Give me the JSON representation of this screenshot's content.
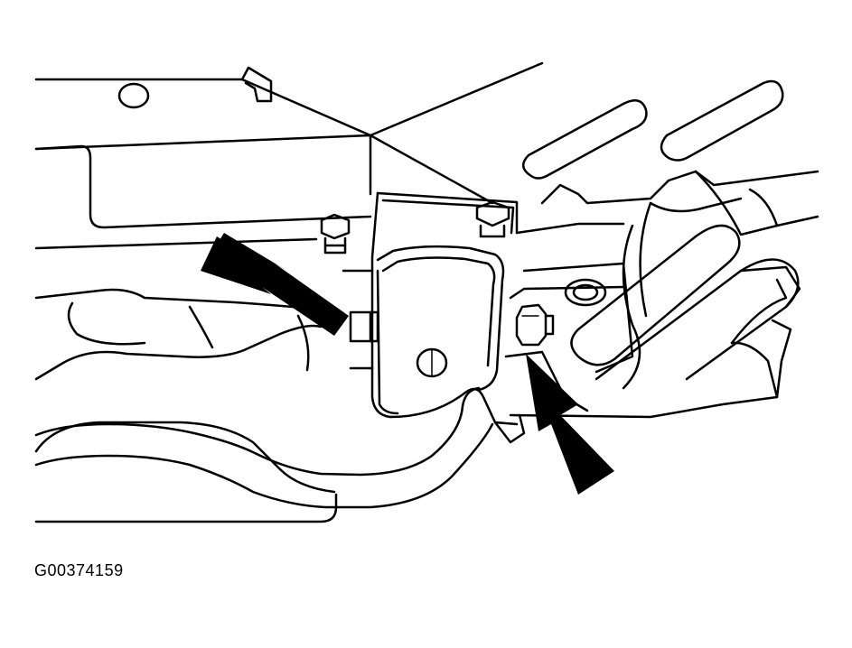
{
  "figure": {
    "id_label": "G00374159",
    "line_color": "#000000",
    "background_color": "#ffffff",
    "callouts": [
      {
        "name": "left-arrow",
        "points_to": "mount-bracket-nut-left"
      },
      {
        "name": "right-arrow",
        "points_to": "mount-bracket-nut-right"
      }
    ]
  }
}
